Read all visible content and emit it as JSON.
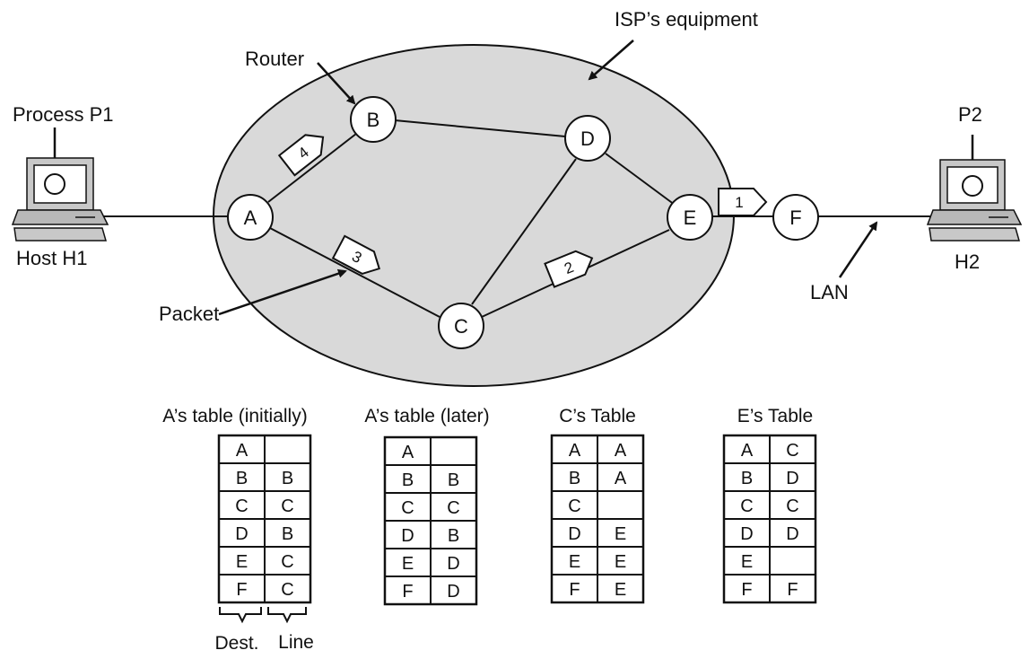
{
  "labels": {
    "isp": "ISP’s equipment",
    "router": "Router",
    "process_p1": "Process P1",
    "host_h1": "Host H1",
    "packet": "Packet",
    "p2": "P2",
    "h2": "H2",
    "lan": "LAN",
    "dest": "Dest.",
    "line": "Line"
  },
  "routers": [
    "A",
    "B",
    "C",
    "D",
    "E",
    "F"
  ],
  "packets": [
    "1",
    "2",
    "3",
    "4"
  ],
  "tables": [
    {
      "title": "A’s table (initially)",
      "rows": [
        [
          "A",
          ""
        ],
        [
          "B",
          "B"
        ],
        [
          "C",
          "C"
        ],
        [
          "D",
          "B"
        ],
        [
          "E",
          "C"
        ],
        [
          "F",
          "C"
        ]
      ]
    },
    {
      "title": "A’s table (later)",
      "rows": [
        [
          "A",
          ""
        ],
        [
          "B",
          "B"
        ],
        [
          "C",
          "C"
        ],
        [
          "D",
          "B"
        ],
        [
          "E",
          "D"
        ],
        [
          "F",
          "D"
        ]
      ]
    },
    {
      "title": "C’s Table",
      "rows": [
        [
          "A",
          "A"
        ],
        [
          "B",
          "A"
        ],
        [
          "C",
          ""
        ],
        [
          "D",
          "E"
        ],
        [
          "E",
          "E"
        ],
        [
          "F",
          "E"
        ]
      ]
    },
    {
      "title": "E’s Table",
      "rows": [
        [
          "A",
          "C"
        ],
        [
          "B",
          "D"
        ],
        [
          "C",
          "C"
        ],
        [
          "D",
          "D"
        ],
        [
          "E",
          ""
        ],
        [
          "F",
          "F"
        ]
      ]
    }
  ],
  "colors": {
    "isp_fill": "#d9d9d9",
    "stroke": "#111111",
    "node_fill": "#ffffff"
  }
}
